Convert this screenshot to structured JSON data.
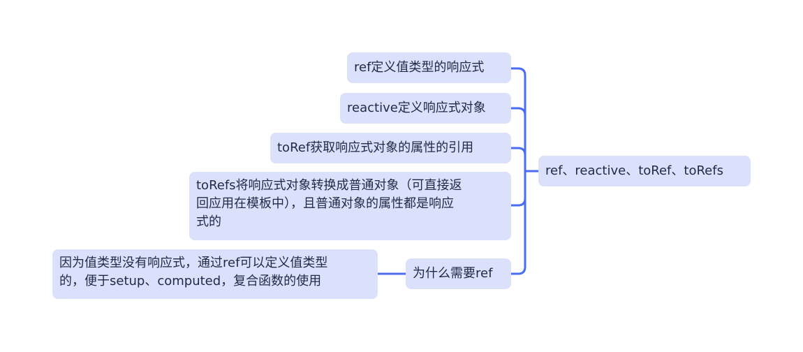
{
  "mindmap": {
    "root": {
      "label": "ref、reactive、toRef、toRefs"
    },
    "children": [
      {
        "label": "ref定义值类型的响应式"
      },
      {
        "label": "reactive定义响应式对象"
      },
      {
        "label": "toRef获取响应式对象的属性的引用"
      },
      {
        "lines": [
          "toRefs将响应式对象转换成普通对象（可直接返",
          "回应用在模板中），且普通对象的属性都是响应",
          "式的"
        ]
      },
      {
        "label": "为什么需要ref"
      }
    ],
    "why_ref_detail": {
      "lines": [
        "因为值类型没有响应式，通过ref可以定义值类型",
        "的，便于setup、computed，复合函数的使用"
      ]
    }
  },
  "colors": {
    "node_fill": "#dbe1fb",
    "text": "#1f2a44",
    "connector": "#4a6cf0"
  }
}
